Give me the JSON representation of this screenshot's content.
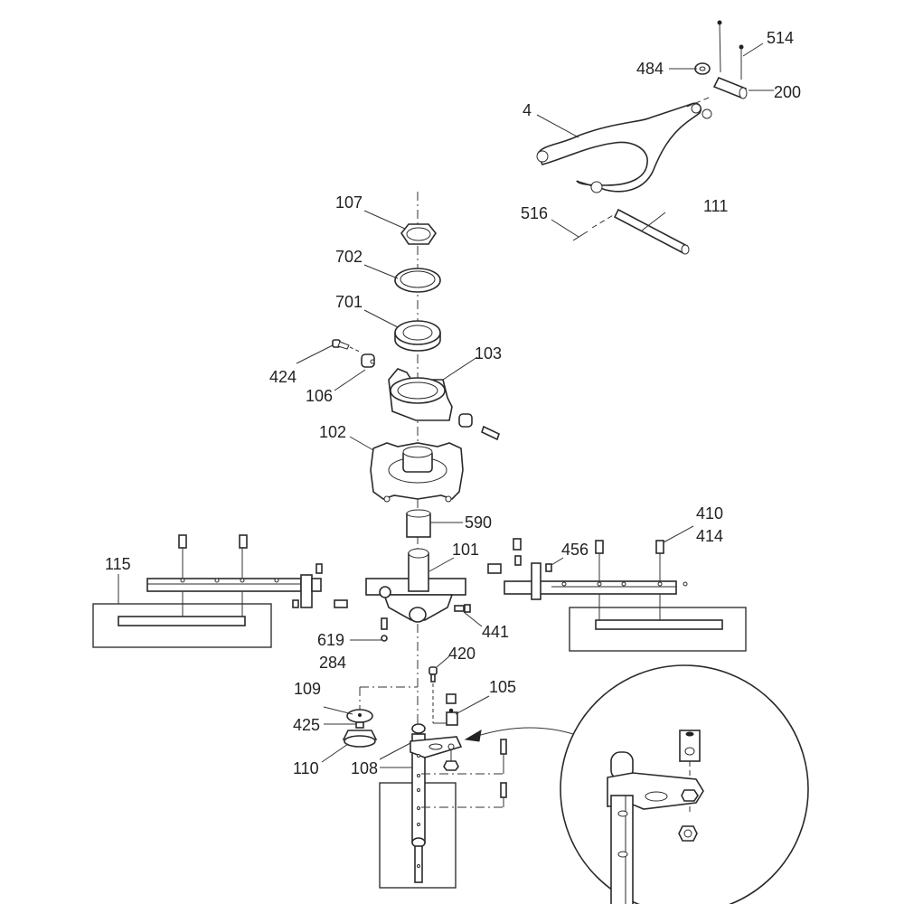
{
  "diagram": {
    "type": "exploded-parts-diagram",
    "colors": {
      "line": "#2a2a2a",
      "background": "#ffffff",
      "text": "#222222"
    },
    "labels": {
      "p514": "514",
      "p484": "484",
      "p200": "200",
      "p4": "4",
      "p516": "516",
      "p111": "111",
      "p107": "107",
      "p702": "702",
      "p701": "701",
      "p424": "424",
      "p106": "106",
      "p103": "103",
      "p102": "102",
      "p590": "590",
      "p101": "101",
      "p410": "410",
      "p414": "414",
      "p456": "456",
      "p115": "115",
      "p441": "441",
      "p619": "619",
      "p284": "284",
      "p420": "420",
      "p109": "109",
      "p105": "105",
      "p425": "425",
      "p110": "110",
      "p108": "108"
    }
  }
}
